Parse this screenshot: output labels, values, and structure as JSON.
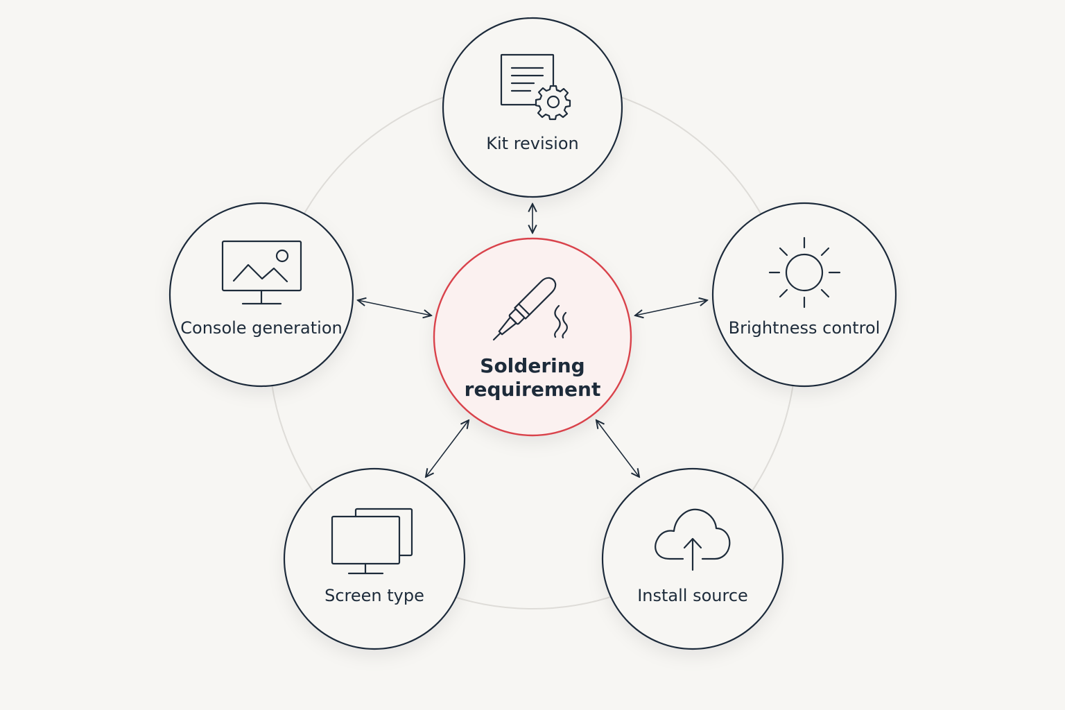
{
  "center": {
    "label_line1": "Soldering",
    "label_line2": "requirement",
    "icon": "soldering-iron-icon",
    "accent": "#d9434b"
  },
  "nodes": {
    "kit_revision": {
      "label": "Kit revision",
      "icon": "document-gear-icon"
    },
    "console_generation": {
      "label": "Console generation",
      "icon": "monitor-image-icon"
    },
    "brightness_control": {
      "label": "Brightness control",
      "icon": "sun-icon"
    },
    "screen_type": {
      "label": "Screen type",
      "icon": "dual-monitor-icon"
    },
    "install_source": {
      "label": "Install source",
      "icon": "cloud-upload-icon"
    }
  },
  "colors": {
    "background": "#f7f6f3",
    "stroke": "#1d2b3a",
    "ring": "#dedcd8"
  }
}
